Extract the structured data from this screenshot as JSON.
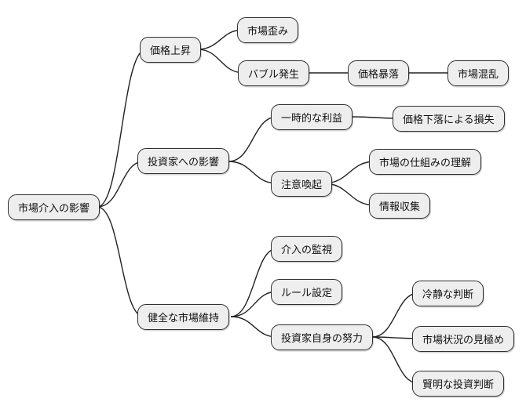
{
  "mindmap": {
    "root": {
      "label": "市場介入の影響"
    },
    "branches": [
      {
        "label": "価格上昇",
        "children": [
          {
            "label": "市場歪み",
            "children": []
          },
          {
            "label": "バブル発生",
            "children": [
              {
                "label": "価格暴落",
                "children": [
                  {
                    "label": "市場混乱",
                    "children": []
                  }
                ]
              }
            ]
          }
        ]
      },
      {
        "label": "投資家への影響",
        "children": [
          {
            "label": "一時的な利益",
            "children": [
              {
                "label": "価格下落による損失",
                "children": []
              }
            ]
          },
          {
            "label": "注意喚起",
            "children": [
              {
                "label": "市場の仕組みの理解",
                "children": []
              },
              {
                "label": "情報収集",
                "children": []
              }
            ]
          }
        ]
      },
      {
        "label": "健全な市場維持",
        "children": [
          {
            "label": "介入の監視",
            "children": []
          },
          {
            "label": "ルール設定",
            "children": []
          },
          {
            "label": "投資家自身の努力",
            "children": [
              {
                "label": "冷静な判断",
                "children": []
              },
              {
                "label": "市場状況の見極め",
                "children": []
              },
              {
                "label": "賢明な投資判断",
                "children": []
              }
            ]
          }
        ]
      }
    ],
    "colors": {
      "background": "#ffffff",
      "node_fill": "#eeeeee",
      "node_border": "#2f2f2f",
      "edge": "#222222",
      "text": "#111111"
    }
  }
}
